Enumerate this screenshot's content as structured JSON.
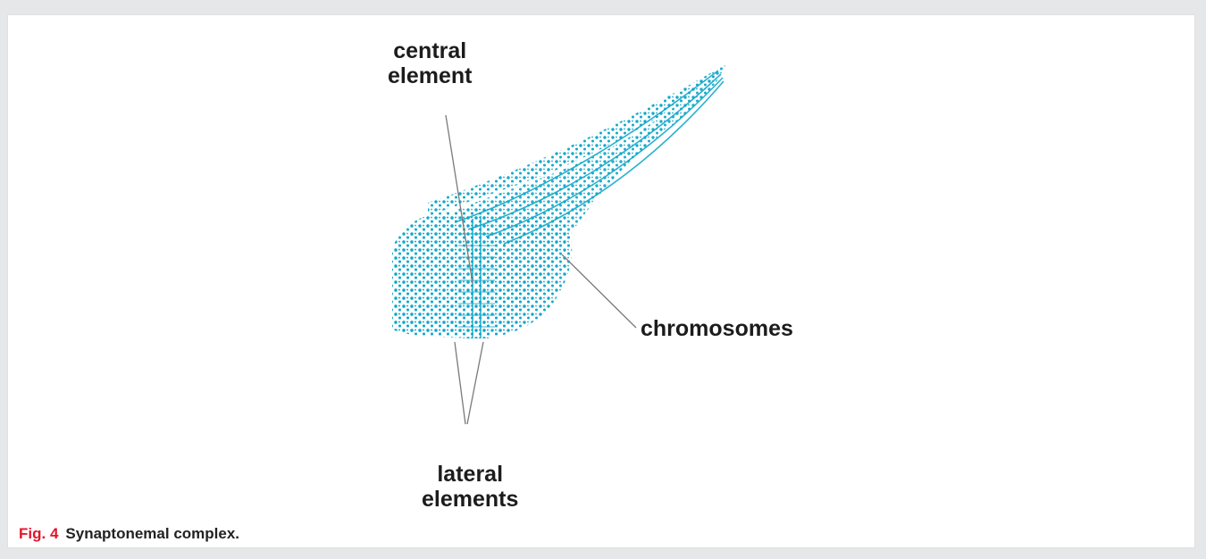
{
  "diagram": {
    "labels": {
      "central_element": "central\nelement",
      "chromosomes": "chromosomes",
      "lateral_elements": "lateral\nelements"
    },
    "colors": {
      "structure": "#13a8c9",
      "leader_line": "#7a7a7a",
      "label_text": "#1c1c1c"
    }
  },
  "caption": {
    "figure_number": "Fig. 4",
    "text": "Synaptonemal complex."
  },
  "colors": {
    "page_background": "#e6e7e8",
    "figure_number": "#e5152b"
  }
}
